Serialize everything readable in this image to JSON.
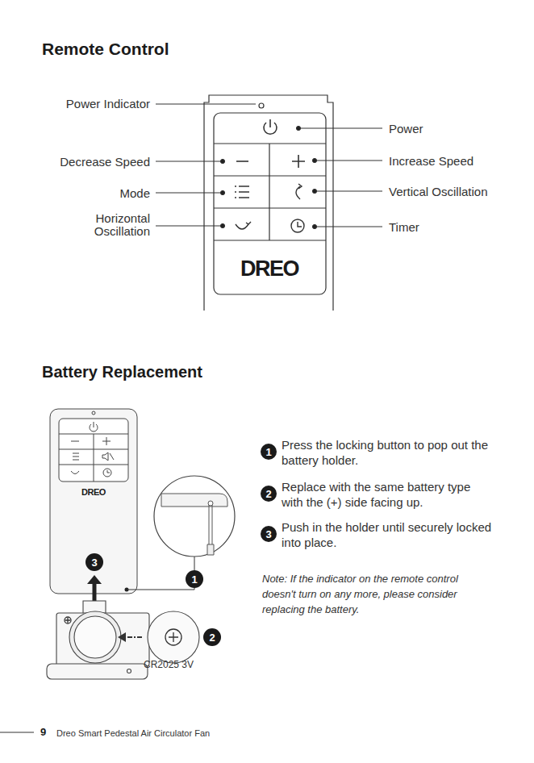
{
  "diagram": {
    "title": "Remote Control",
    "nodes": [
      {
        "text": [
          "1"
        ]
      },
      {
        "text": [
          "2"
        ]
      },
      {
        "text": [
          "3"
        ]
      },
      {
        "text": [
          "3"
        ]
      },
      {
        "text": [
          "1"
        ]
      },
      {
        "text": [
          "2"
        ]
      }
    ],
    "labels": [
      "Battery Replacement",
      "Power Indicator",
      "Power",
      "Decrease Speed",
      "Increase Speed",
      "Mode",
      "Vertical Oscillation",
      "Horizontal Oscillation",
      "Timer",
      "DREO",
      "DREO",
      "Press the locking button to pop out the battery holder.",
      "Replace with the same battery type with the (+) side facing up.",
      "Push in the holder until securely locked into place.",
      "Note: If the indicator on the remote control doesn't turn on any more, please consider replacing the battery.",
      "CR2025 3V",
      "9",
      "Dreo Smart Pedestal Air Circulator Fan"
    ]
  }
}
